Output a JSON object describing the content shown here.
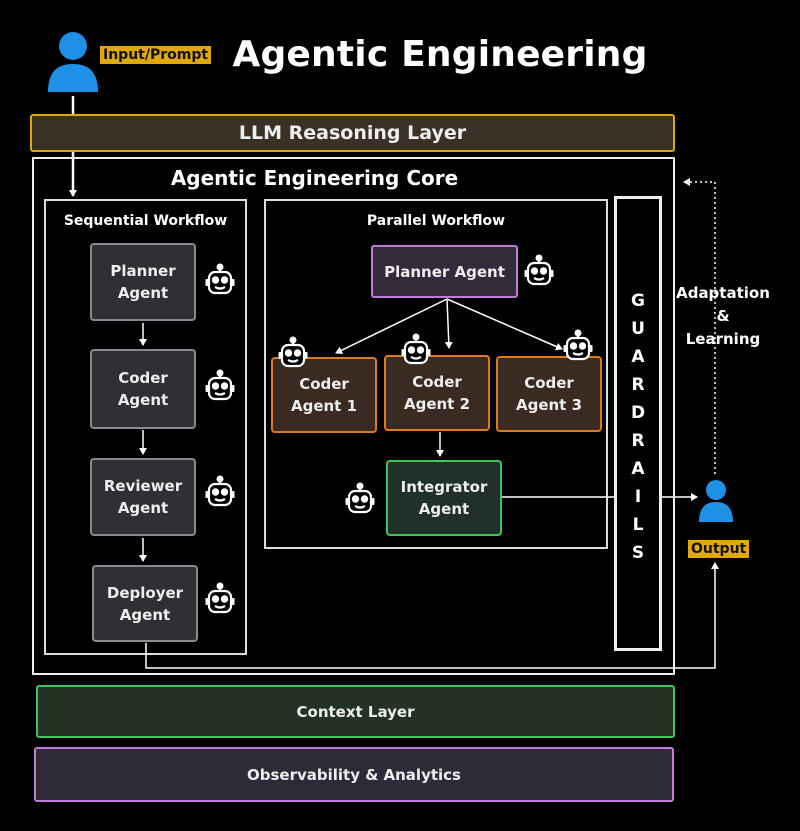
{
  "title": "Agentic Engineering",
  "input_label": "Input/Prompt",
  "output_label": "Output",
  "llm_layer": "LLM Reasoning Layer",
  "core_title": "Agentic Engineering Core",
  "sequential": {
    "title": "Sequential Workflow",
    "agents": [
      {
        "line1": "Planner",
        "line2": "Agent"
      },
      {
        "line1": "Coder",
        "line2": "Agent"
      },
      {
        "line1": "Reviewer",
        "line2": "Agent"
      },
      {
        "line1": "Deployer",
        "line2": "Agent"
      }
    ]
  },
  "parallel": {
    "title": "Parallel Workflow",
    "planner": "Planner Agent",
    "coders": [
      {
        "line1": "Coder",
        "line2": "Agent 1"
      },
      {
        "line1": "Coder",
        "line2": "Agent 2"
      },
      {
        "line1": "Coder",
        "line2": "Agent 3"
      }
    ],
    "integrator": {
      "line1": "Integrator",
      "line2": "Agent"
    }
  },
  "guardrails": [
    "G",
    "U",
    "A",
    "R",
    "D",
    "R",
    "A",
    "I",
    "L",
    "S"
  ],
  "adaptation": {
    "line1": "Adaptation",
    "line2": "&",
    "line3": "Learning"
  },
  "context_layer": "Context Layer",
  "observability": "Observability & Analytics",
  "colors": {
    "accent_yellow": "#e0a800",
    "person_blue": "#1e90e6",
    "coder_orange": "#e07a1a",
    "planner_purple": "#c27ad8",
    "integrator_green": "#3ec45a"
  }
}
